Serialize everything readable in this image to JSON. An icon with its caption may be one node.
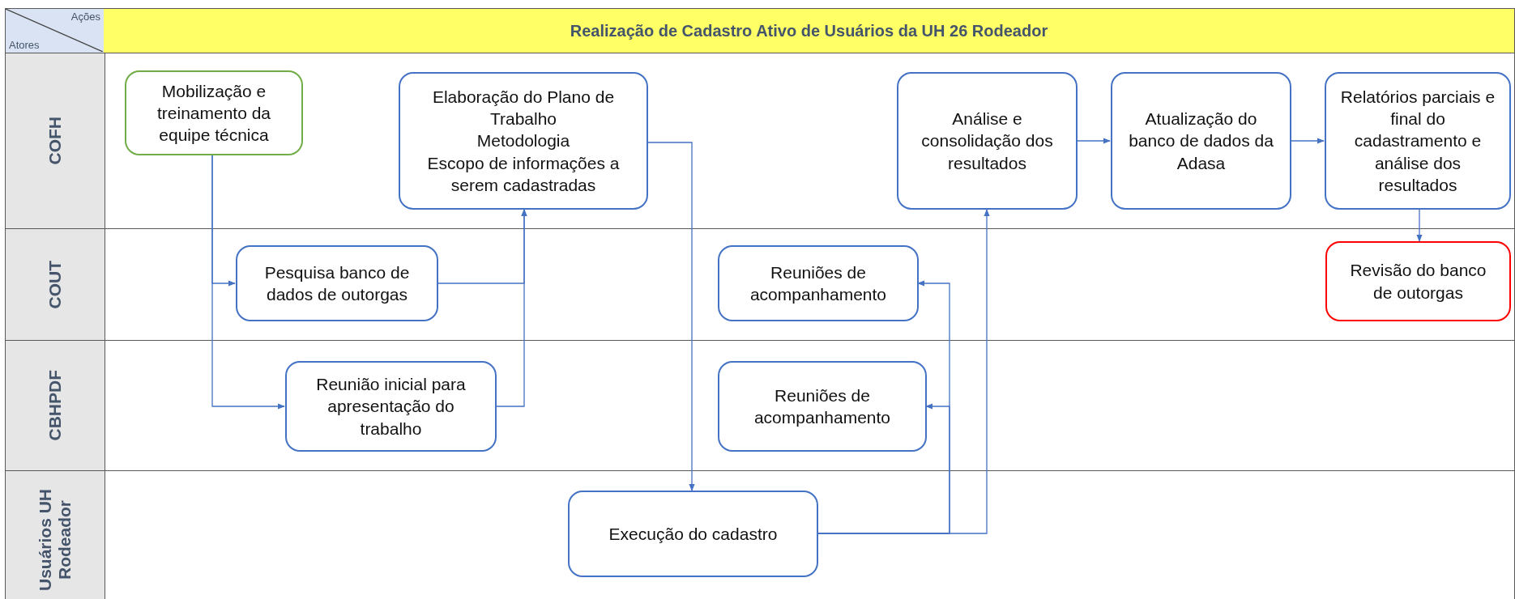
{
  "diagram": {
    "title": "Realização de Cadastro Ativo de Usuários da UH 26 Rodeador",
    "nodes": [
      {
        "text": [
          "COFH"
        ]
      },
      {
        "text": [
          "Mobilização e treinamento da equipe técnica"
        ],
        "in": 0
      },
      {
        "text": [
          "Elaboração do Plano de Trabalho",
          "Metodologia",
          "Escopo de informações a serem cadastradas"
        ],
        "in": 0
      },
      {
        "text": [
          "Análise e consolidação dos resultados"
        ],
        "in": 0
      },
      {
        "text": [
          "Atualização do banco de dados da Adasa"
        ],
        "in": 0
      },
      {
        "text": [
          "Relatórios parciais e final do cadastramento e análise dos resultados"
        ],
        "in": 0
      },
      {
        "text": [
          "COUT"
        ]
      },
      {
        "text": [
          "Pesquisa banco de dados de outorgas"
        ],
        "in": 6
      },
      {
        "text": [
          "Reuniões de acompanhamento"
        ],
        "in": 6
      },
      {
        "text": [
          "Revisão do banco de outorgas"
        ],
        "in": 6
      },
      {
        "text": [
          "CBHPDF"
        ]
      },
      {
        "text": [
          "Reunião inicial para apresentação do trabalho"
        ],
        "in": 10
      },
      {
        "text": [
          "Reuniões de acompanhamento"
        ],
        "in": 10
      },
      {
        "text": [
          "Usuários UH Rodeador"
        ]
      },
      {
        "text": [
          "Execução do cadastro"
        ],
        "in": 13
      }
    ],
    "edges": [
      {
        "from": 1,
        "to": 7,
        "arrow": "to"
      },
      {
        "from": 1,
        "to": 11,
        "arrow": "to"
      },
      {
        "from": 7,
        "to": 2,
        "arrow": "to"
      },
      {
        "from": 11,
        "to": 2,
        "arrow": "to"
      },
      {
        "from": 2,
        "to": 14,
        "arrow": "to"
      },
      {
        "from": 14,
        "to": 8,
        "arrow": "to"
      },
      {
        "from": 14,
        "to": 12,
        "arrow": "to"
      },
      {
        "from": 14,
        "to": 3,
        "arrow": "to"
      },
      {
        "from": 3,
        "to": 4,
        "arrow": "to"
      },
      {
        "from": 4,
        "to": 5,
        "arrow": "to"
      },
      {
        "from": 5,
        "to": 9,
        "arrow": "to"
      }
    ],
    "labels": [
      "Ações",
      "Atores"
    ]
  }
}
